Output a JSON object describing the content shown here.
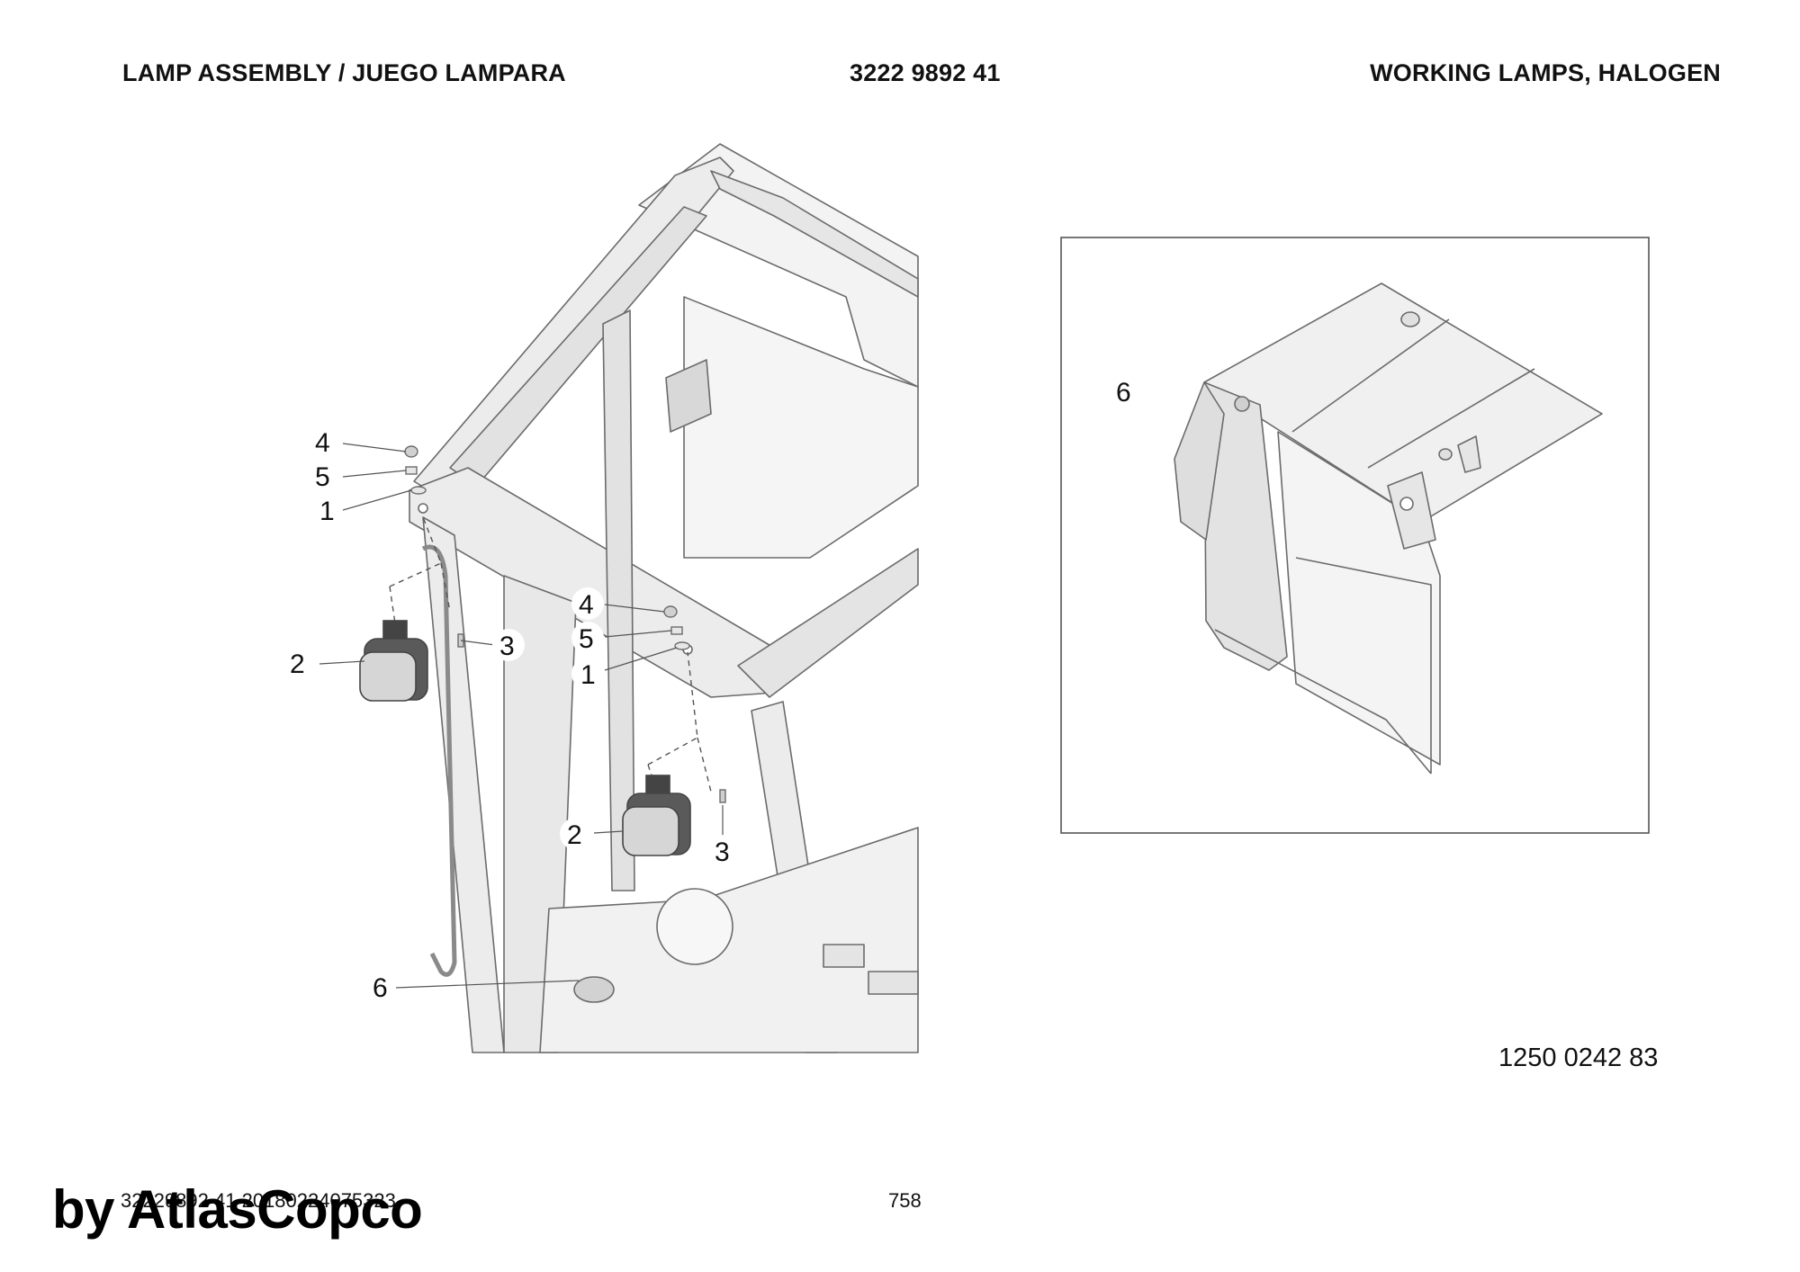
{
  "header": {
    "left_title": "LAMP ASSEMBLY / JUEGO LAMPARA",
    "part_number": "3222 9892 41",
    "right_title": "WORKING LAMPS, HALOGEN"
  },
  "callouts": {
    "main_4_a": "4",
    "main_5_a": "5",
    "main_1_a": "1",
    "main_2_a": "2",
    "main_3_a": "3",
    "main_4_b": "4",
    "main_5_b": "5",
    "main_1_b": "1",
    "main_2_b": "2",
    "main_3_b": "3",
    "main_6": "6",
    "detail_6": "6"
  },
  "drawing_number": "1250 0242 83",
  "footer": {
    "document_id": "32229892 41 20180224075323",
    "page_number": "758"
  },
  "watermark": "by AtlasCopco",
  "colors": {
    "line": "#6b6b6b",
    "frame_fill": "#ececec",
    "dark_fill": "#555555",
    "text": "#111111"
  }
}
